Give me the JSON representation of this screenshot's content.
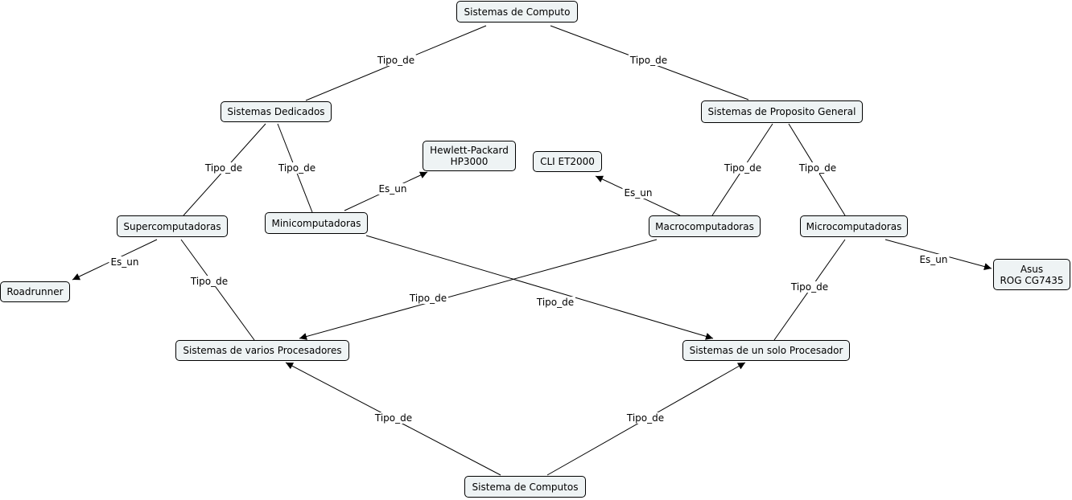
{
  "nodes": {
    "sistemas_de_computo": "Sistemas de Computo",
    "sistemas_dedicados": "Sistemas Dedicados",
    "sistemas_proposito_general": "Sistemas de Proposito General",
    "hewlett_packard": "Hewlett-Packard\nHP3000",
    "cli_et2000": "CLI ET2000",
    "supercomputadoras": "Supercomputadoras",
    "minicomputadoras": "Minicomputadoras",
    "macrocomputadoras": "Macrocomputadoras",
    "microcomputadoras": "Microcomputadoras",
    "roadrunner": "Roadrunner",
    "asus": "Asus\nROG CG7435",
    "sistemas_varios_procesadores": "Sistemas de varios Procesadores",
    "sistemas_un_solo_procesador": "Sistemas de un solo Procesador",
    "sistema_de_computos": "Sistema de Computos"
  },
  "links": {
    "tipo_de_1": "Tipo_de",
    "tipo_de_2": "Tipo_de",
    "tipo_de_3": "Tipo_de",
    "tipo_de_4": "Tipo_de",
    "tipo_de_5": "Tipo_de",
    "tipo_de_6": "Tipo_de",
    "es_un_1": "Es_un",
    "es_un_2": "Es_un",
    "es_un_3": "Es_un",
    "es_un_4": "Es_un",
    "tipo_de_7": "Tipo_de",
    "tipo_de_8": "Tipo_de",
    "tipo_de_9": "Tipo_de",
    "tipo_de_10": "Tipo_de",
    "tipo_de_11": "Tipo_de",
    "tipo_de_12": "Tipo_de"
  }
}
